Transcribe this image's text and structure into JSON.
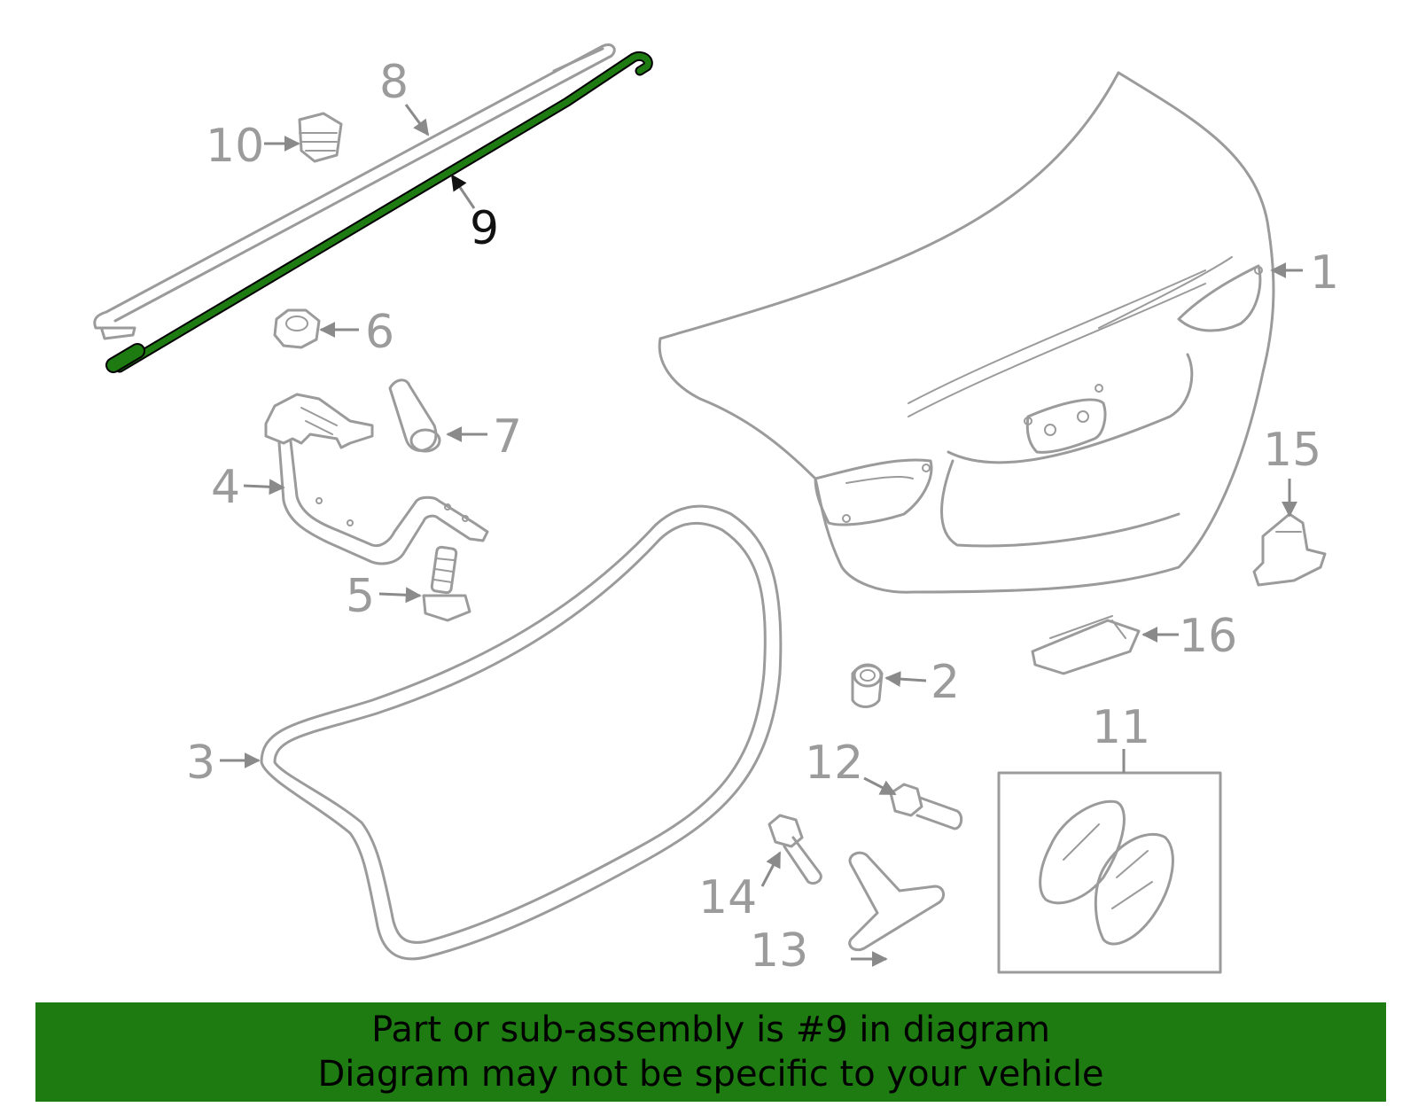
{
  "diagram": {
    "selected_part": "9",
    "highlight_color": "#1e7b12",
    "part_line_color": "#9b9b9b",
    "callouts": [
      {
        "id": "1",
        "label": "1"
      },
      {
        "id": "2",
        "label": "2"
      },
      {
        "id": "3",
        "label": "3"
      },
      {
        "id": "4",
        "label": "4"
      },
      {
        "id": "5",
        "label": "5"
      },
      {
        "id": "6",
        "label": "6"
      },
      {
        "id": "7",
        "label": "7"
      },
      {
        "id": "8",
        "label": "8"
      },
      {
        "id": "9",
        "label": "9"
      },
      {
        "id": "10",
        "label": "10"
      },
      {
        "id": "11",
        "label": "11"
      },
      {
        "id": "12",
        "label": "12"
      },
      {
        "id": "13",
        "label": "13"
      },
      {
        "id": "14",
        "label": "14"
      },
      {
        "id": "15",
        "label": "15"
      },
      {
        "id": "16",
        "label": "16"
      }
    ]
  },
  "banner": {
    "line1": "Part or sub-assembly is #9 in diagram",
    "line2": "Diagram may not be specific to your vehicle"
  }
}
